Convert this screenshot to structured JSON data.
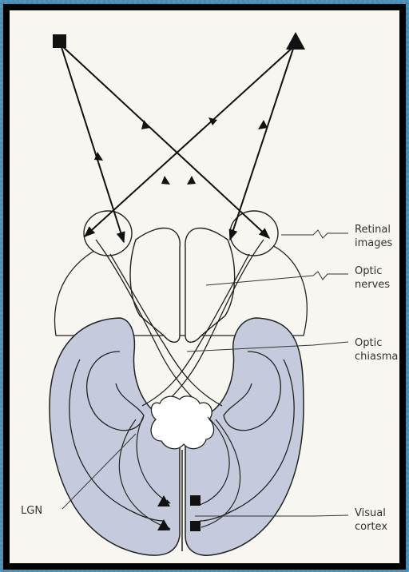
{
  "labels": {
    "retinal": [
      "Retinal",
      "images"
    ],
    "optic_nerves": [
      "Optic",
      "nerves"
    ],
    "chiasma": [
      "Optic",
      "chiasma"
    ],
    "lgn": "LGN",
    "visual_cortex": [
      "Visual",
      "cortex"
    ]
  },
  "colors": {
    "cortex_fill": "#c5cbdc",
    "page": "#f7f6f1",
    "ink": "#111111"
  }
}
